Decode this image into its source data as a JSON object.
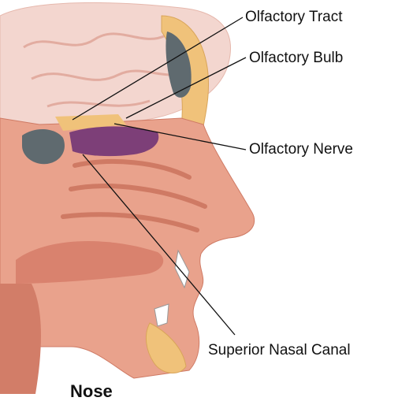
{
  "labels": {
    "olfactory_tract": "Olfactory Tract",
    "olfactory_bulb": "Olfactory Bulb",
    "olfactory_nerve": "Olfactory Nerve",
    "superior_nasal_canal": "Superior Nasal Canal"
  },
  "caption": "Nose",
  "colors": {
    "skin": "#e9a28c",
    "skin_dark": "#cf7a64",
    "brain": "#f1cfc8",
    "sinus": "#5f6a6f",
    "nasal_cavity": "#7d3f78",
    "bone": "#f0c27a",
    "leader_line": "#111111"
  }
}
